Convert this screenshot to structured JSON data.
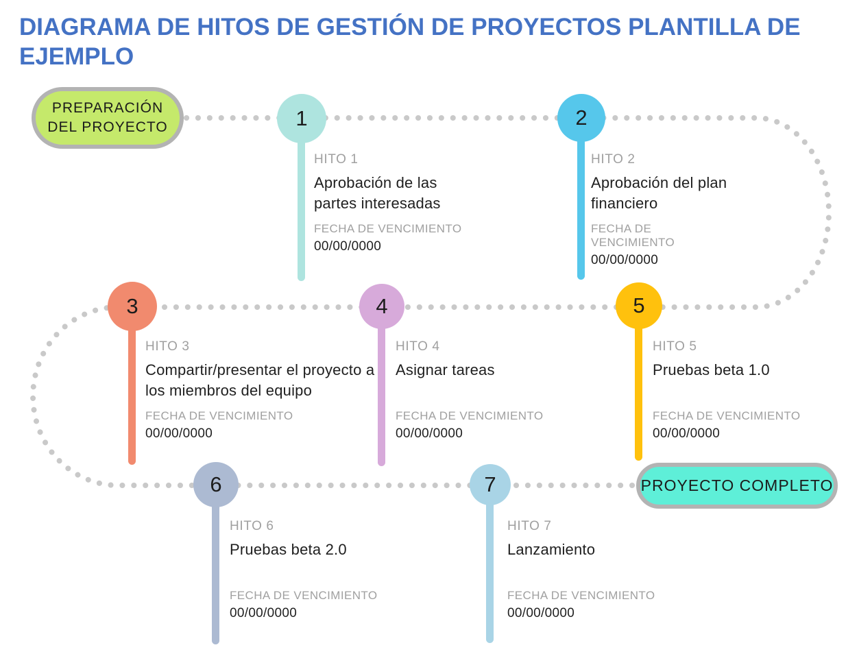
{
  "page": {
    "title_line1": "DIAGRAMA DE HITOS DE GESTIÓN DE PROYECTOS PLANTILLA DE",
    "title_line2": "EJEMPLO",
    "title_color": "#4472C4"
  },
  "path": {
    "dot_color": "#C9C9C9"
  },
  "badges": {
    "start": {
      "label_line1": "PREPARACIÓN",
      "label_line2": "DEL PROYECTO",
      "fill": "#C5E96B",
      "border": "#B3B3B3"
    },
    "end": {
      "label": "PROYECTO COMPLETO",
      "fill": "#5EEFD8",
      "border": "#B3B3B3"
    }
  },
  "milestones": [
    {
      "number": "1",
      "hito": "HITO 1",
      "description": "Aprobación de las partes interesadas",
      "due_label": "FECHA DE VENCIMIENTO",
      "due_date": "00/00/0000",
      "color": "#AEE4DF"
    },
    {
      "number": "2",
      "hito": "HITO 2",
      "description": "Aprobación del plan financiero",
      "due_label": "FECHA DE VENCIMIENTO",
      "due_date": "00/00/0000",
      "color": "#56C7EB"
    },
    {
      "number": "3",
      "hito": "HITO 3",
      "description": "Compartir/presentar el proyecto a los miembros del equipo",
      "due_label": "FECHA DE VENCIMIENTO",
      "due_date": "00/00/0000",
      "color": "#F18A6E"
    },
    {
      "number": "4",
      "hito": "HITO 4",
      "description": "Asignar tareas",
      "due_label": "FECHA DE VENCIMIENTO",
      "due_date": "00/00/0000",
      "color": "#D7AADA"
    },
    {
      "number": "5",
      "hito": "HITO 5",
      "description": "Pruebas beta 1.0",
      "due_label": "FECHA DE VENCIMIENTO",
      "due_date": "00/00/0000",
      "color": "#FFC10D"
    },
    {
      "number": "6",
      "hito": "HITO 6",
      "description": "Pruebas beta 2.0",
      "due_label": "FECHA DE VENCIMIENTO",
      "due_date": "00/00/0000",
      "color": "#ACBAD2"
    },
    {
      "number": "7",
      "hito": "HITO 7",
      "description": "Lanzamiento",
      "due_label": "FECHA DE VENCIMIENTO",
      "due_date": "00/00/0000",
      "color": "#A9D4E6"
    }
  ]
}
